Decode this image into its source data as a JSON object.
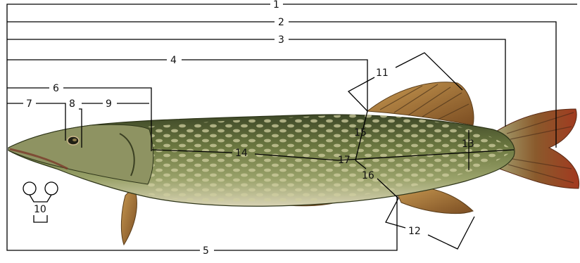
{
  "labels": {
    "l1": "1",
    "l2": "2",
    "l3": "3",
    "l4": "4",
    "l5": "5",
    "l6": "6",
    "l7": "7",
    "l8": "8",
    "l9": "9",
    "l10": "10",
    "l11": "11",
    "l12": "12",
    "l13": "13",
    "l14": "14",
    "l15": "15",
    "l16": "16",
    "l17": "17"
  },
  "colors": {
    "body_dark": "#4f5a30",
    "body_mid": "#7c8a4c",
    "belly": "#d9d4b6",
    "spots": "#c9c79b",
    "fin_orange": "#b06a2c",
    "fin_dark": "#4a3a1e",
    "tail_red": "#9a3b22"
  }
}
